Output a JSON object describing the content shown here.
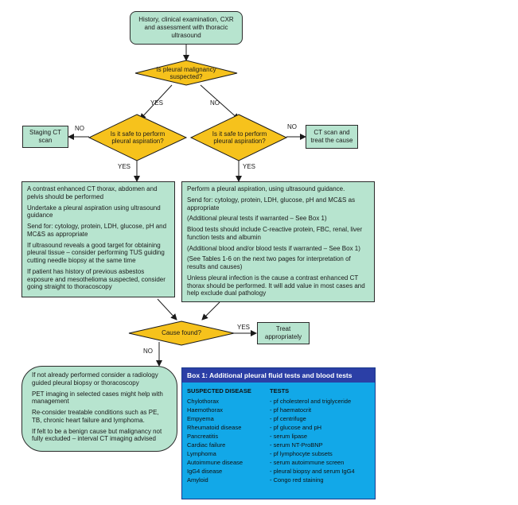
{
  "nodes": {
    "start": "History, clinical examination, CXR and assessment with thoracic ultrasound",
    "q_malignancy": "Is pleural malignancy suspected?",
    "q_safe_left": "Is it safe to perform pleural aspiration?",
    "q_safe_right": "Is it safe to perform pleural aspiration?",
    "staging_ct": "Staging CT scan",
    "ct_treat": "CT scan and treat the cause",
    "q_cause": "Cause found?",
    "treat": "Treat appropriately"
  },
  "edge_labels": {
    "yes": "YES",
    "no": "NO"
  },
  "left_box": [
    "A contrast enhanced CT thorax, abdomen and pelvis should be performed",
    "Undertake a pleural aspiration using ultrasound guidance",
    "Send for: cytology, protein, LDH, glucose, pH and MC&S as appropriate",
    "If ultrasound reveals a good target for obtaining pleural tissue – consider performing TUS guiding cutting needle biopsy at the same time",
    "If patient has history of previous asbestos exposure and mesothelioma suspected, consider going straight to thoracoscopy"
  ],
  "right_box": [
    "Perform a pleural aspiration, using ultrasound guidance.",
    "Send for: cytology, protein, LDH, glucose, pH and MC&S as appropriate",
    "(Additional pleural tests if warranted – See Box 1)",
    "Blood tests should include C-reactive protein, FBC, renal, liver function tests and albumin",
    "(Additional blood and/or blood tests if warranted – See Box 1)",
    "(See Tables 1-6 on the next two pages for interpretation of results and causes)",
    "Unless pleural infection is the cause a contrast enhanced CT thorax should be performed. It will add value in most cases and help exclude dual pathology"
  ],
  "bottom_box": [
    "If not already performed consider a radiology guided pleural biopsy or thoracoscopy",
    "PET imaging in selected cases might help with management",
    "Re-consider treatable conditions such as PE, TB, chronic heart failure and lymphoma.",
    "If felt to be a benign cause but malignancy not fully excluded – interval CT imaging advised"
  ],
  "box1": {
    "title": "Box 1: Additional pleural fluid tests and blood tests",
    "col_disease": "SUSPECTED DISEASE",
    "col_tests": "TESTS",
    "rows": [
      {
        "disease": "Chylothorax",
        "test": "- pf cholesterol and triglyceride"
      },
      {
        "disease": "Haemothorax",
        "test": "- pf haematocrit"
      },
      {
        "disease": "Empyema",
        "test": "- pf centrifuge"
      },
      {
        "disease": "Rheumatoid disease",
        "test": "- pf glucose and pH"
      },
      {
        "disease": "Pancreatitis",
        "test": "- serum lipase"
      },
      {
        "disease": "Cardiac failure",
        "test": "- serum NT-ProBNP"
      },
      {
        "disease": "Lymphoma",
        "test": "- pf lymphocyte subsets"
      },
      {
        "disease": "Autoimmune disease",
        "test": "- serum autoimmune screen"
      },
      {
        "disease": "IgG4 disease",
        "test": "- pleural biopsy and serum IgG4"
      },
      {
        "disease": "Amyloid",
        "test": "- Congo red staining"
      }
    ]
  },
  "colors": {
    "box_fill": "#b7e4cf",
    "diamond_fill": "#f6c21c",
    "box1_fill": "#12a8e8",
    "box1_title_fill": "#2b3fa6"
  }
}
